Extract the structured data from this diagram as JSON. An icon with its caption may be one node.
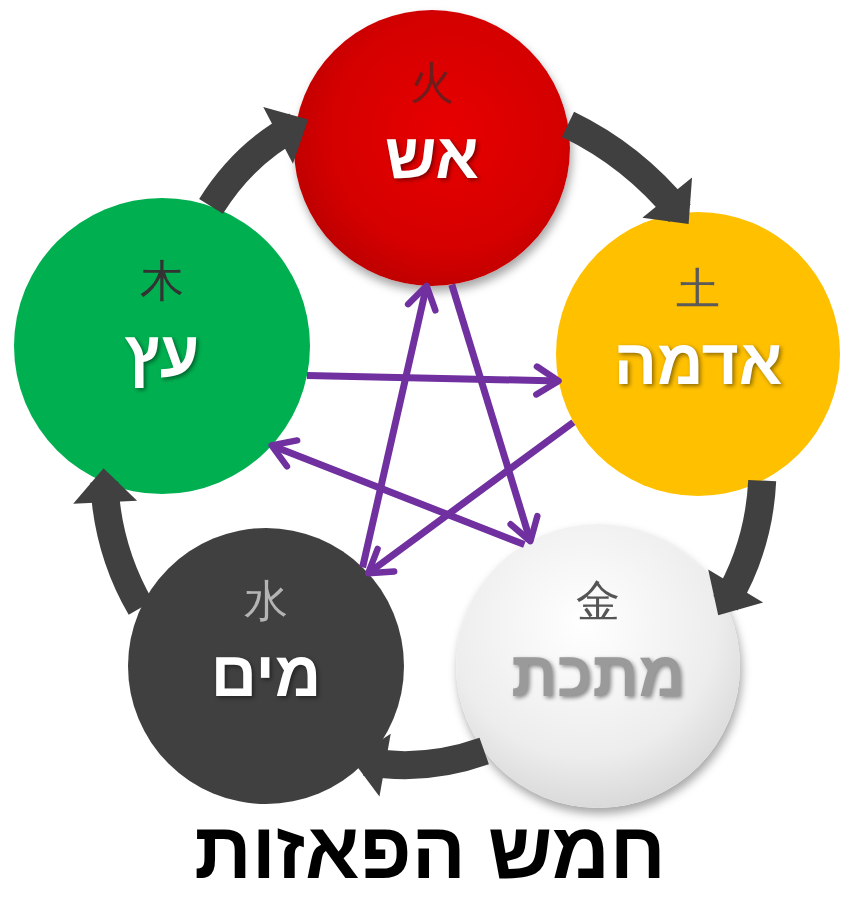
{
  "diagram": {
    "title": "חמש הפאזות",
    "nodes": [
      {
        "text": [
          "火",
          "אש"
        ]
      },
      {
        "text": [
          "土",
          "אדמה"
        ]
      },
      {
        "text": [
          "木",
          "עץ"
        ]
      },
      {
        "text": [
          "金",
          "מתכת"
        ]
      },
      {
        "text": [
          "水",
          "מים"
        ]
      }
    ],
    "edges": [
      {
        "from": 0,
        "to": 1,
        "arrow": "to",
        "style": "thick"
      },
      {
        "from": 1,
        "to": 3,
        "arrow": "to",
        "style": "thick"
      },
      {
        "from": 3,
        "to": 4,
        "arrow": "to",
        "style": "thick"
      },
      {
        "from": 4,
        "to": 2,
        "arrow": "to",
        "style": "thick"
      },
      {
        "from": 2,
        "to": 0,
        "arrow": "to",
        "style": "thick"
      },
      {
        "from": 0,
        "to": 3,
        "arrow": "to",
        "color": "#7030a0"
      },
      {
        "from": 3,
        "to": 2,
        "arrow": "to",
        "color": "#7030a0"
      },
      {
        "from": 2,
        "to": 1,
        "arrow": "to",
        "color": "#7030a0"
      },
      {
        "from": 1,
        "to": 4,
        "arrow": "to",
        "color": "#7030a0"
      },
      {
        "from": 4,
        "to": 0,
        "arrow": "to",
        "color": "#7030a0"
      }
    ]
  }
}
